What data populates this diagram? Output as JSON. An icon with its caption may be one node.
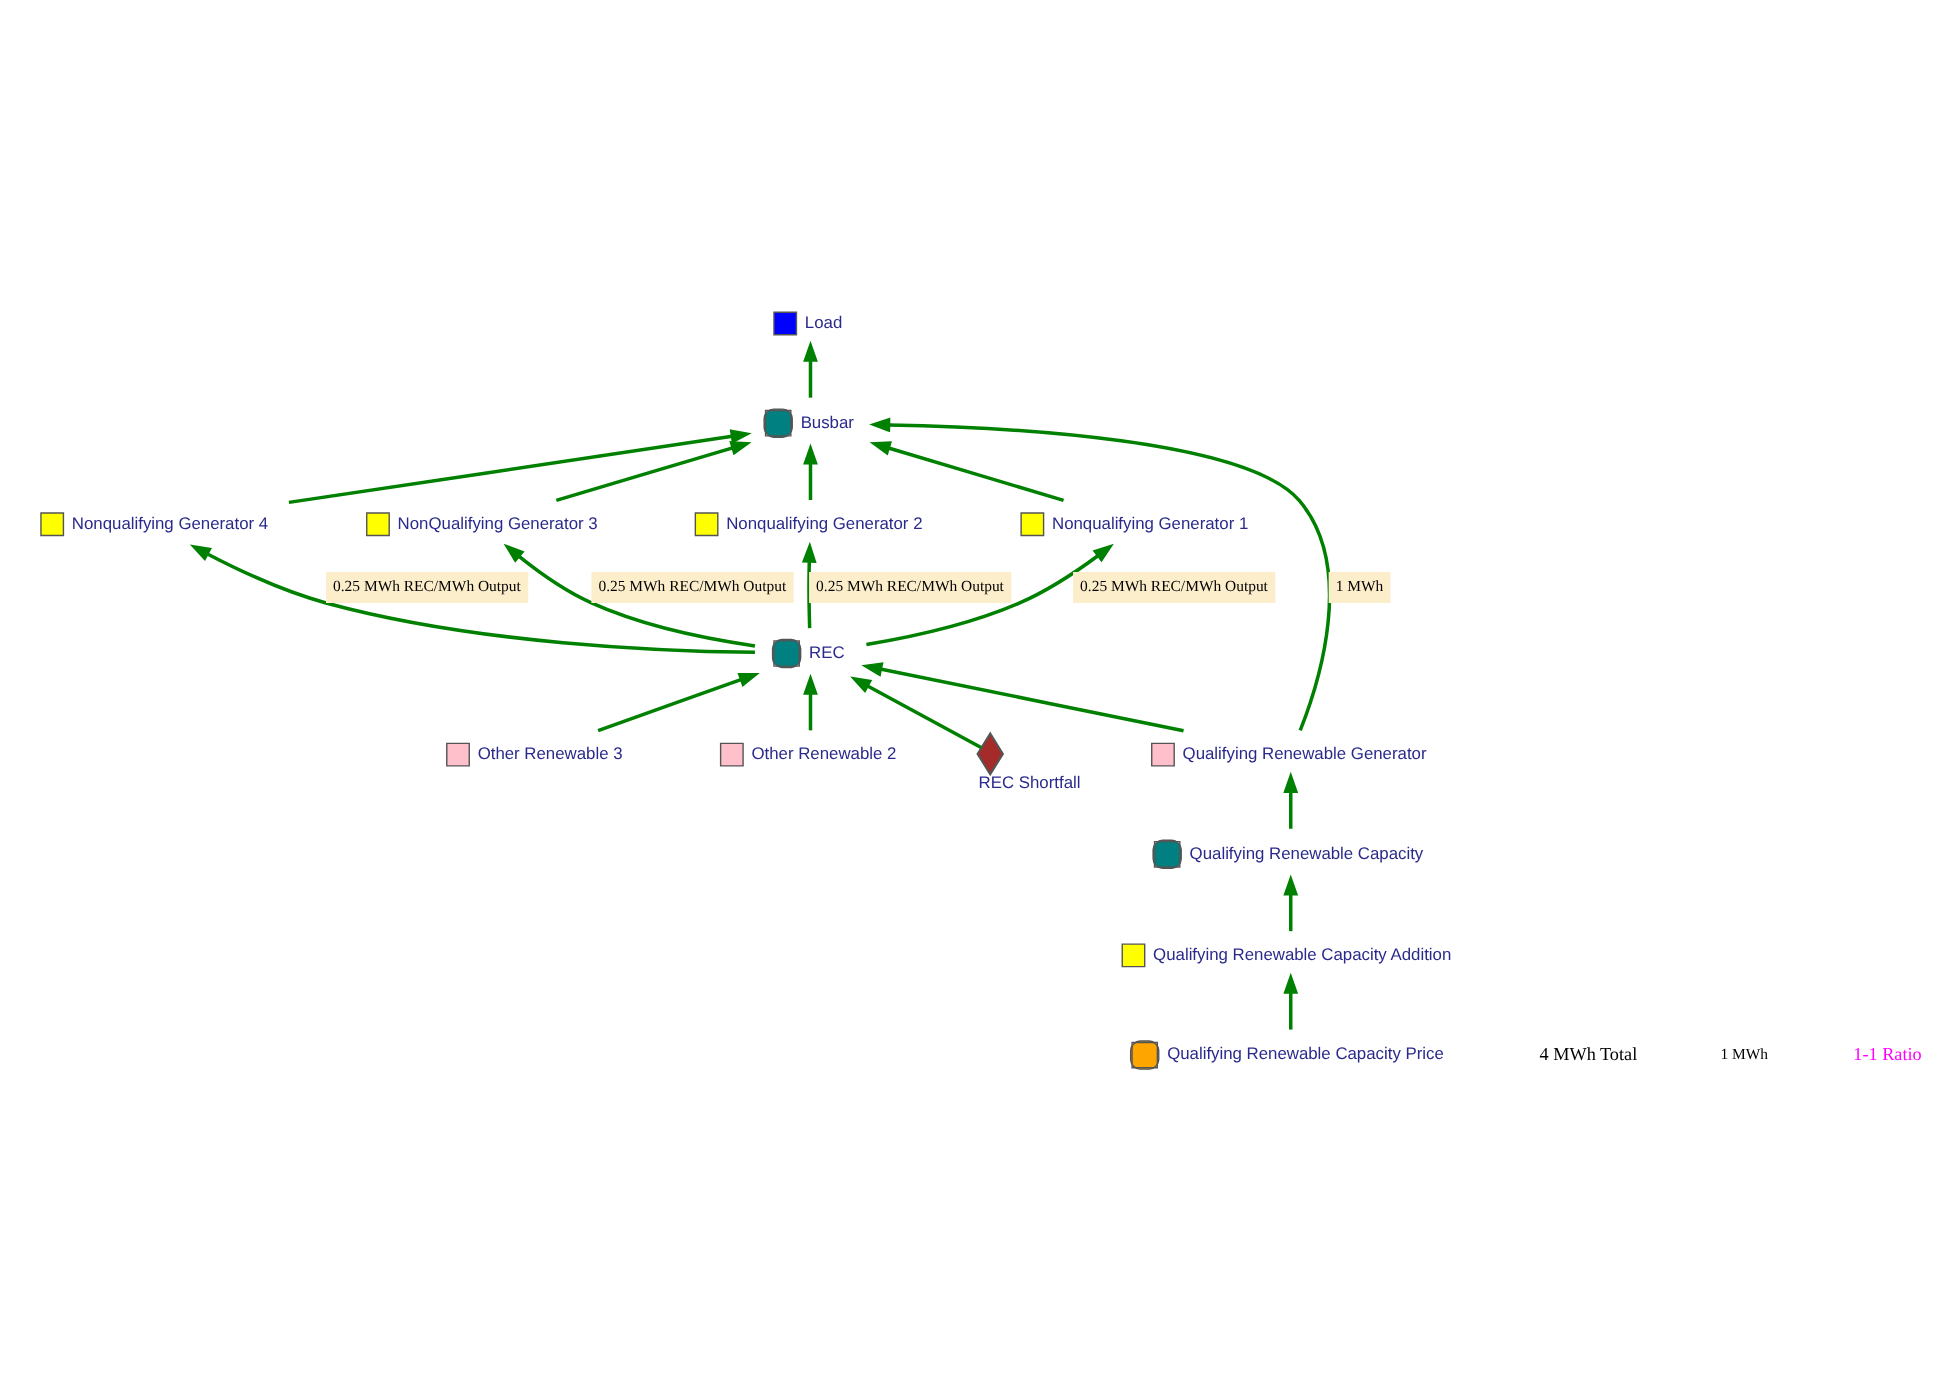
{
  "diagram": {
    "nodes": [
      {
        "text": [
          "Load"
        ]
      },
      {
        "text": [
          "Busbar"
        ]
      },
      {
        "text": [
          "Nonqualifying Generator 4"
        ]
      },
      {
        "text": [
          "NonQualifying Generator 3"
        ]
      },
      {
        "text": [
          "Nonqualifying Generator 2"
        ]
      },
      {
        "text": [
          "Nonqualifying Generator 1"
        ]
      },
      {
        "text": [
          "REC"
        ]
      },
      {
        "text": [
          "Other Renewable 3"
        ]
      },
      {
        "text": [
          "Other Renewable 2"
        ]
      },
      {
        "text": [
          "REC Shortfall"
        ]
      },
      {
        "text": [
          "Qualifying Renewable Generator"
        ]
      },
      {
        "text": [
          "Qualifying Renewable Capacity"
        ]
      },
      {
        "text": [
          "Qualifying Renewable Capacity Addition"
        ]
      },
      {
        "text": [
          "Qualifying Renewable Capacity Price"
        ]
      }
    ],
    "edges": [
      {
        "from": 1,
        "to": 0,
        "arrow": "to"
      },
      {
        "from": 2,
        "to": 1,
        "arrow": "to"
      },
      {
        "from": 3,
        "to": 1,
        "arrow": "to"
      },
      {
        "from": 4,
        "to": 1,
        "arrow": "to"
      },
      {
        "from": 5,
        "to": 1,
        "arrow": "to"
      },
      {
        "from": 10,
        "to": 1,
        "arrow": "to",
        "label": "1 MWh"
      },
      {
        "from": 6,
        "to": 2,
        "arrow": "to",
        "label": "0.25 MWh REC/MWh Output"
      },
      {
        "from": 6,
        "to": 3,
        "arrow": "to",
        "label": "0.25 MWh REC/MWh Output"
      },
      {
        "from": 6,
        "to": 4,
        "arrow": "to",
        "label": "0.25 MWh REC/MWh Output"
      },
      {
        "from": 6,
        "to": 5,
        "arrow": "to",
        "label": "0.25 MWh REC/MWh Output"
      },
      {
        "from": 7,
        "to": 6,
        "arrow": "to"
      },
      {
        "from": 8,
        "to": 6,
        "arrow": "to"
      },
      {
        "from": 9,
        "to": 6,
        "arrow": "to"
      },
      {
        "from": 10,
        "to": 6,
        "arrow": "to"
      },
      {
        "from": 11,
        "to": 10,
        "arrow": "to"
      },
      {
        "from": 12,
        "to": 11,
        "arrow": "to"
      },
      {
        "from": 13,
        "to": 12,
        "arrow": "to"
      }
    ],
    "labels": [
      "4 MWh Total",
      "1 MWh",
      "1-1 Ratio"
    ]
  }
}
